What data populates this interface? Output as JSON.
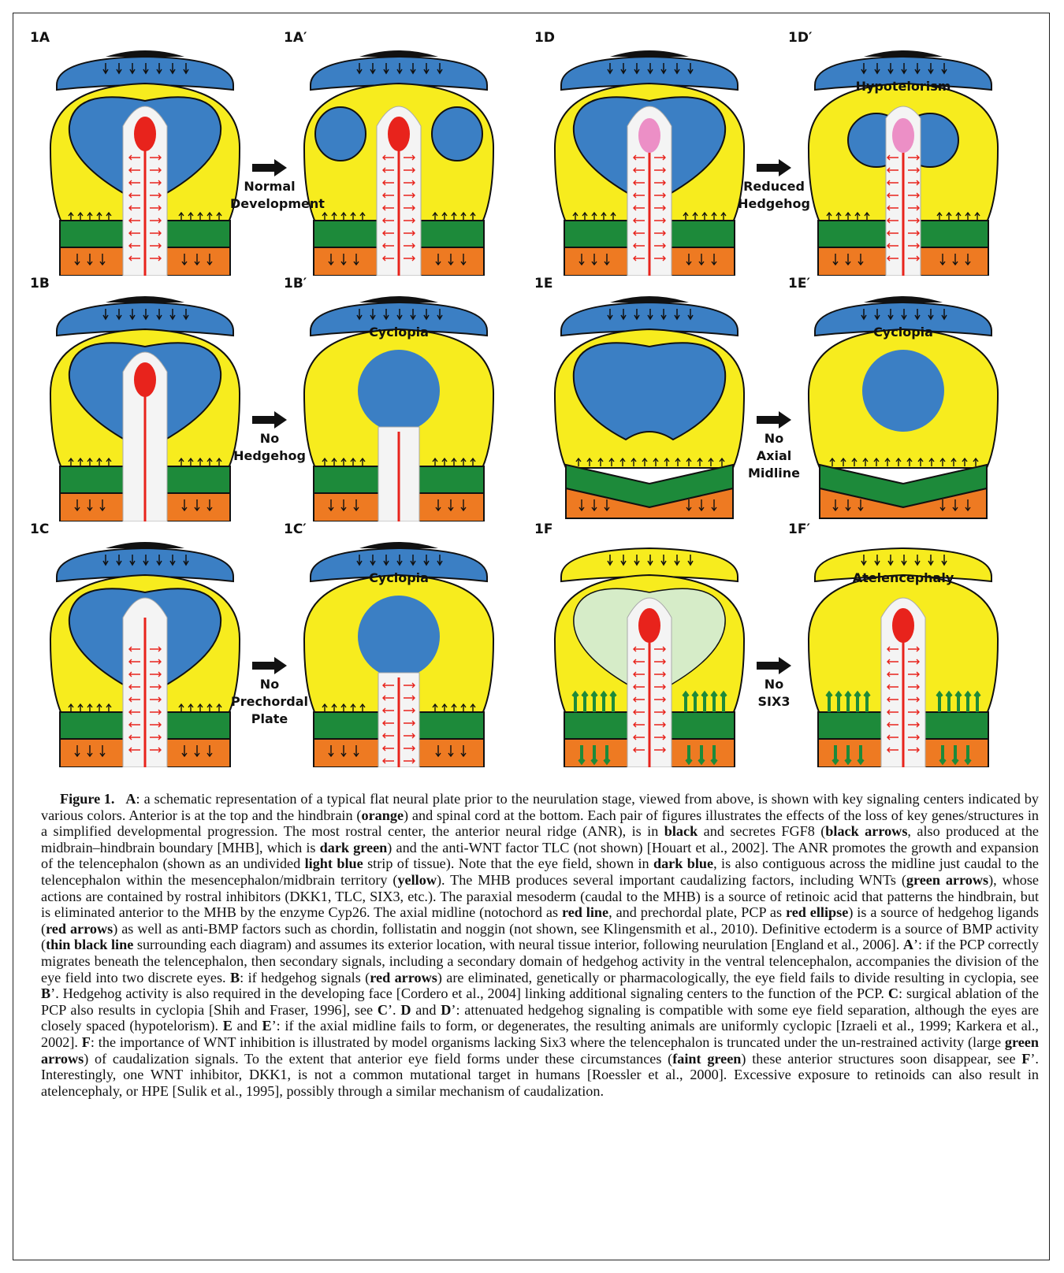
{
  "figure": {
    "panels": [
      {
        "id": "1A",
        "label": "1A",
        "variant": "A"
      },
      {
        "id": "1A'",
        "label": "1A′",
        "variant": "A2"
      },
      {
        "id": "1D",
        "label": "1D",
        "variant": "D"
      },
      {
        "id": "1D'",
        "label": "1D′",
        "variant": "D2",
        "inner_label": "Hypotelorism"
      },
      {
        "id": "1B",
        "label": "1B",
        "variant": "B"
      },
      {
        "id": "1B'",
        "label": "1B′",
        "variant": "CYC",
        "inner_label": "Cyclopia"
      },
      {
        "id": "1E",
        "label": "1E",
        "variant": "E"
      },
      {
        "id": "1E'",
        "label": "1E′",
        "variant": "E2",
        "inner_label": "Cyclopia"
      },
      {
        "id": "1C",
        "label": "1C",
        "variant": "C"
      },
      {
        "id": "1C'",
        "label": "1C′",
        "variant": "CYC2",
        "inner_label": "Cyclopia"
      },
      {
        "id": "1F",
        "label": "1F",
        "variant": "F"
      },
      {
        "id": "1F'",
        "label": "1F′",
        "variant": "F2",
        "inner_label": "Atelencephaly"
      }
    ],
    "transitions": [
      {
        "id": "A",
        "text": "Normal\nDevelopment"
      },
      {
        "id": "D",
        "text": "Reduced\nHedgehog"
      },
      {
        "id": "B",
        "text": "No\nHedgehog"
      },
      {
        "id": "E",
        "text": "No\nAxial\nMidline"
      },
      {
        "id": "C",
        "text": "No\nPrechordal\nPlate"
      },
      {
        "id": "F",
        "text": "No\nSIX3"
      }
    ],
    "colors": {
      "yellow": "#f7ec1e",
      "blue": "#3b7fc4",
      "dark_blue": "#2c6db5",
      "green": "#1d8a3a",
      "orange": "#ee7a22",
      "red": "#e8231c",
      "pink": "#ec8fc6",
      "white": "#f4f4f4",
      "light_green": "#d6ecc8",
      "black": "#111111"
    }
  },
  "caption": {
    "figure_number": "Figure 1.",
    "parts": [
      {
        "t": "A",
        "b": true
      },
      {
        "t": ": a schematic representation of a typical flat neural plate prior to the neurulation stage, viewed from above, is shown with key signaling centers indicated by various colors. Anterior is at the top and the hindbrain ("
      },
      {
        "t": "orange",
        "b": true
      },
      {
        "t": ") and spinal cord at the bottom. Each pair of figures illustrates the effects of the loss of key genes/structures in a simplified developmental progression. The most rostral center, the anterior neural ridge (ANR), is in "
      },
      {
        "t": "black",
        "b": true
      },
      {
        "t": " and secretes FGF8 ("
      },
      {
        "t": "black arrows",
        "b": true
      },
      {
        "t": ", also produced at the midbrain–hindbrain boundary [MHB], which is "
      },
      {
        "t": "dark green",
        "b": true
      },
      {
        "t": ") and the anti-WNT factor TLC (not shown) [Houart et al., 2002]. The ANR promotes the growth and expansion of the telencephalon (shown as an undivided "
      },
      {
        "t": "light blue",
        "b": true
      },
      {
        "t": " strip of tissue). Note that the eye field, shown in "
      },
      {
        "t": "dark blue",
        "b": true
      },
      {
        "t": ", is also contiguous across the midline just caudal to the telencephalon within the mesencephalon/midbrain territory ("
      },
      {
        "t": "yellow",
        "b": true
      },
      {
        "t": "). The MHB produces several important caudalizing factors, including WNTs ("
      },
      {
        "t": "green arrows",
        "b": true
      },
      {
        "t": "), whose actions are contained by rostral inhibitors (DKK1, TLC, SIX3, etc.). The paraxial mesoderm (caudal to the MHB) is a source of retinoic acid that patterns the hindbrain, but is eliminated anterior to the MHB by the enzyme Cyp26. The axial midline (notochord as "
      },
      {
        "t": "red line",
        "b": true
      },
      {
        "t": ", and prechordal plate, PCP as "
      },
      {
        "t": "red ellipse",
        "b": true
      },
      {
        "t": ") is a source of hedgehog ligands ("
      },
      {
        "t": "red arrows",
        "b": true
      },
      {
        "t": ") as well as anti-BMP factors such as chordin, follistatin and noggin (not shown, see Klingensmith et al., 2010). Definitive ectoderm is a source of BMP activity ("
      },
      {
        "t": "thin black line",
        "b": true
      },
      {
        "t": " surrounding each diagram) and assumes its exterior location, with neural tissue interior, following neurulation [England et al., 2006]. "
      },
      {
        "t": "A",
        "b": true
      },
      {
        "t": "’: if the PCP correctly migrates beneath the telencephalon, then secondary signals, including a secondary domain of hedgehog activity in the ventral telencephalon, accompanies the division of the eye field into two discrete eyes. "
      },
      {
        "t": "B",
        "b": true
      },
      {
        "t": ": if hedgehog signals ("
      },
      {
        "t": "red arrows",
        "b": true
      },
      {
        "t": ") are eliminated, genetically or pharmacologically, the eye field fails to divide resulting in cyclopia, see "
      },
      {
        "t": "B",
        "b": true
      },
      {
        "t": "’. Hedgehog activity is also required in the developing face [Cordero et al., 2004] linking additional signaling centers to the function of the PCP. "
      },
      {
        "t": "C",
        "b": true
      },
      {
        "t": ": surgical ablation of the PCP also results in cyclopia [Shih and Fraser, 1996], see "
      },
      {
        "t": "C",
        "b": true
      },
      {
        "t": "’. "
      },
      {
        "t": "D",
        "b": true
      },
      {
        "t": " and "
      },
      {
        "t": "D",
        "b": true
      },
      {
        "t": "’: attenuated hedgehog signaling is compatible with some eye field separation, although the eyes are closely spaced (hypotelorism). "
      },
      {
        "t": "E",
        "b": true
      },
      {
        "t": " and "
      },
      {
        "t": "E",
        "b": true
      },
      {
        "t": "’: if the axial midline fails to form, or degenerates, the resulting animals are uniformly cyclopic [Izraeli et al., 1999; Karkera et al., 2002]. "
      },
      {
        "t": "F",
        "b": true
      },
      {
        "t": ": the importance of WNT inhibition is illustrated by model organisms lacking Six3 where the telencephalon is truncated under the un-restrained activity (large "
      },
      {
        "t": "green arrows",
        "b": true
      },
      {
        "t": ") of caudalization signals. To the extent that anterior eye field forms under these circumstances ("
      },
      {
        "t": "faint green",
        "b": true
      },
      {
        "t": ") these anterior structures soon disappear, see "
      },
      {
        "t": "F",
        "b": true
      },
      {
        "t": "’. Interestingly, one WNT inhibitor, DKK1, is not a common mutational target in humans [Roessler et al., 2000]. Excessive exposure to retinoids can also result in atelencephaly, or HPE [Sulik et al., 1995], possibly through a similar mechanism of caudalization."
      }
    ]
  }
}
